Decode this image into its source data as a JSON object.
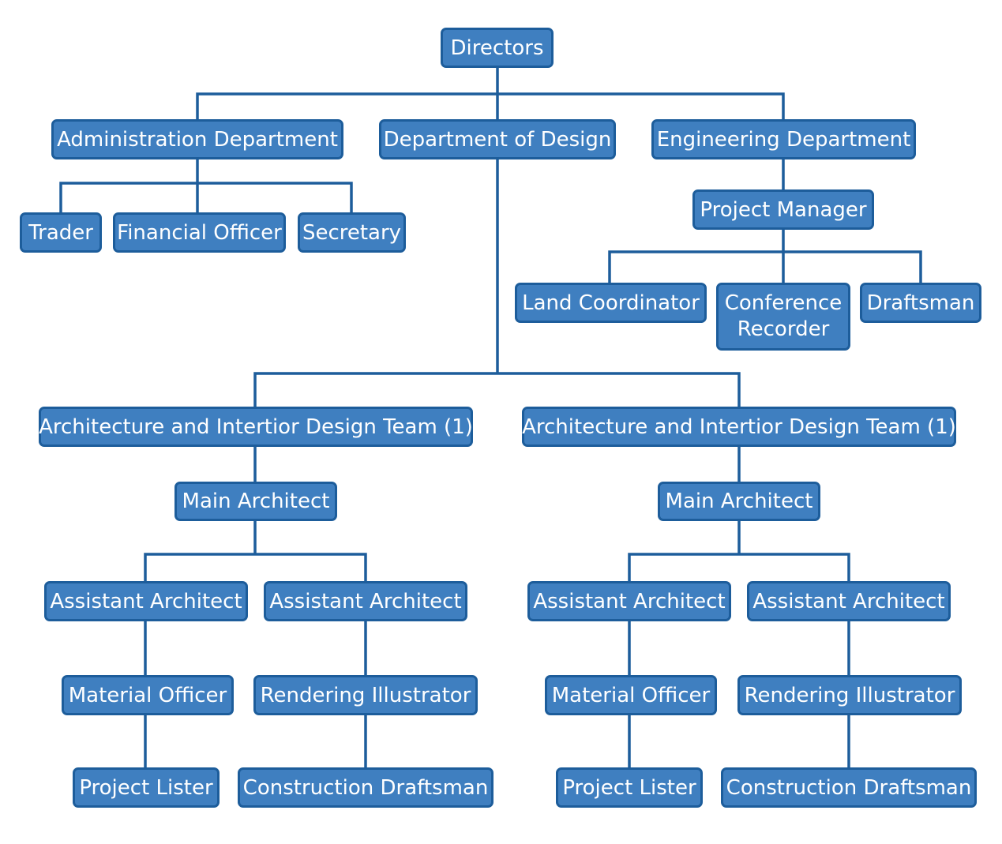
{
  "org_chart": {
    "directors": "Directors",
    "administration": {
      "title": "Administration Department",
      "children": [
        "Trader",
        "Financial Officer",
        "Secretary"
      ]
    },
    "design": {
      "title": "Department of Design",
      "teams": [
        {
          "title": "Architecture and Intertior Design Team (1)",
          "main_architect": "Main Architect",
          "left": {
            "assistant": "Assistant Architect",
            "child": "Material Officer",
            "grandchild": "Project Lister"
          },
          "right": {
            "assistant": "Assistant Architect",
            "child": "Rendering Illustrator",
            "grandchild": "Construction Draftsman"
          }
        },
        {
          "title": "Architecture and Intertior Design Team (1)",
          "main_architect": "Main Architect",
          "left": {
            "assistant": "Assistant Architect",
            "child": "Material Officer",
            "grandchild": "Project Lister"
          },
          "right": {
            "assistant": "Assistant Architect",
            "child": "Rendering Illustrator",
            "grandchild": "Construction Draftsman"
          }
        }
      ]
    },
    "engineering": {
      "title": "Engineering Department",
      "project_manager": "Project Manager",
      "children": [
        "Land Coordinator",
        "Conference Recorder",
        "Draftsman"
      ]
    }
  },
  "colors": {
    "node_fill": "#3f7fc0",
    "node_border": "#1d5d9b",
    "connector": "#1d5d9b",
    "text": "#ffffff"
  }
}
